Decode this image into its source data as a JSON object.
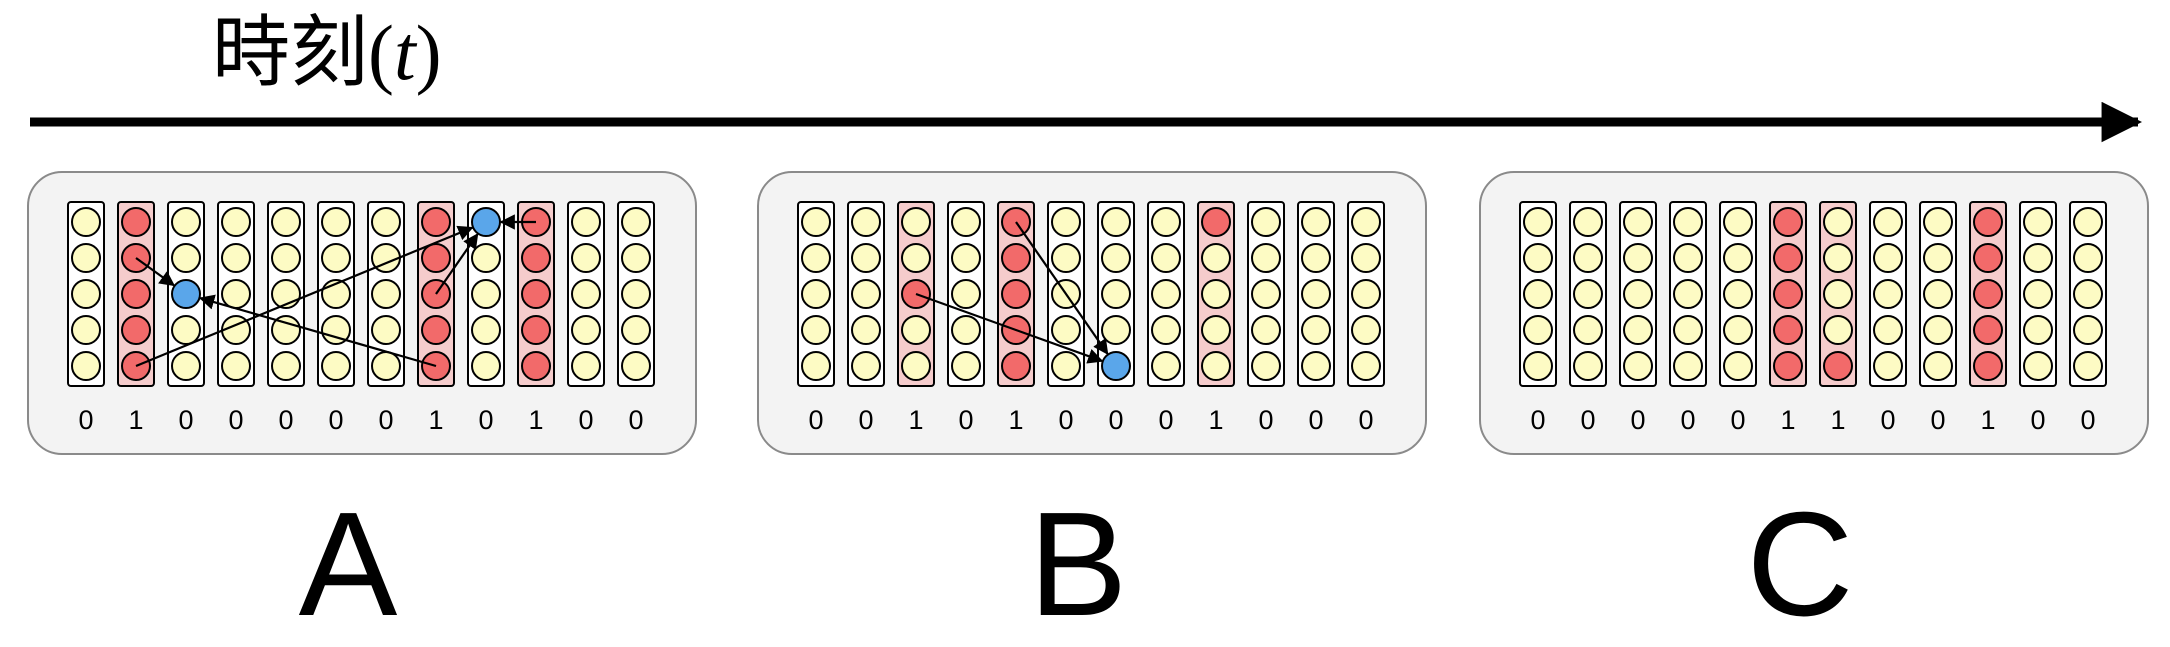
{
  "time_axis": {
    "label_prefix": "時刻",
    "label_open_paren": "(",
    "label_variable": "t",
    "label_close_paren": ")"
  },
  "colors": {
    "active_neuron": "#f26a6a",
    "inactive_neuron": "#fdfbc4",
    "query_neuron": "#5aa6ea",
    "active_column_bg": "#f5cccc",
    "panel_bg": "#f3f3f3",
    "panel_border": "#8a8a8a"
  },
  "panels": [
    {
      "label": "A",
      "bits": [
        "0",
        "1",
        "0",
        "0",
        "0",
        "0",
        "0",
        "1",
        "0",
        "1",
        "0",
        "0"
      ],
      "columns": [
        {
          "active": false,
          "cells": [
            0,
            0,
            0,
            0,
            0
          ]
        },
        {
          "active": true,
          "cells": [
            1,
            1,
            1,
            1,
            1
          ]
        },
        {
          "active": false,
          "cells": [
            0,
            0,
            2,
            0,
            0
          ]
        },
        {
          "active": false,
          "cells": [
            0,
            0,
            0,
            0,
            0
          ]
        },
        {
          "active": false,
          "cells": [
            0,
            0,
            0,
            0,
            0
          ]
        },
        {
          "active": false,
          "cells": [
            0,
            0,
            0,
            0,
            0
          ]
        },
        {
          "active": false,
          "cells": [
            0,
            0,
            0,
            0,
            0
          ]
        },
        {
          "active": true,
          "cells": [
            1,
            1,
            1,
            1,
            1
          ]
        },
        {
          "active": false,
          "cells": [
            2,
            0,
            0,
            0,
            0
          ]
        },
        {
          "active": true,
          "cells": [
            1,
            1,
            1,
            1,
            1
          ]
        },
        {
          "active": false,
          "cells": [
            0,
            0,
            0,
            0,
            0
          ]
        },
        {
          "active": false,
          "cells": [
            0,
            0,
            0,
            0,
            0
          ]
        }
      ],
      "arrows": [
        {
          "from": [
            1,
            1
          ],
          "to": [
            2,
            2
          ]
        },
        {
          "from": [
            7,
            4
          ],
          "to": [
            2,
            2
          ]
        },
        {
          "from": [
            1,
            4
          ],
          "to": [
            8,
            0
          ]
        },
        {
          "from": [
            7,
            2
          ],
          "to": [
            8,
            0
          ]
        },
        {
          "from": [
            9,
            0
          ],
          "to": [
            8,
            0
          ]
        }
      ]
    },
    {
      "label": "B",
      "bits": [
        "0",
        "0",
        "1",
        "0",
        "1",
        "0",
        "0",
        "0",
        "1",
        "0",
        "0",
        "0"
      ],
      "columns": [
        {
          "active": false,
          "cells": [
            0,
            0,
            0,
            0,
            0
          ]
        },
        {
          "active": false,
          "cells": [
            0,
            0,
            0,
            0,
            0
          ]
        },
        {
          "active": true,
          "cells": [
            0,
            0,
            1,
            0,
            0
          ]
        },
        {
          "active": false,
          "cells": [
            0,
            0,
            0,
            0,
            0
          ]
        },
        {
          "active": true,
          "cells": [
            1,
            1,
            1,
            1,
            1
          ]
        },
        {
          "active": false,
          "cells": [
            0,
            0,
            0,
            0,
            0
          ]
        },
        {
          "active": false,
          "cells": [
            0,
            0,
            0,
            0,
            2
          ]
        },
        {
          "active": false,
          "cells": [
            0,
            0,
            0,
            0,
            0
          ]
        },
        {
          "active": true,
          "cells": [
            1,
            0,
            0,
            0,
            0
          ]
        },
        {
          "active": false,
          "cells": [
            0,
            0,
            0,
            0,
            0
          ]
        },
        {
          "active": false,
          "cells": [
            0,
            0,
            0,
            0,
            0
          ]
        },
        {
          "active": false,
          "cells": [
            0,
            0,
            0,
            0,
            0
          ]
        }
      ],
      "arrows": [
        {
          "from": [
            2,
            2
          ],
          "to": [
            6,
            4
          ]
        },
        {
          "from": [
            4,
            0
          ],
          "to": [
            6,
            4
          ]
        }
      ]
    },
    {
      "label": "C",
      "bits": [
        "0",
        "0",
        "0",
        "0",
        "0",
        "1",
        "1",
        "0",
        "0",
        "1",
        "0",
        "0"
      ],
      "columns": [
        {
          "active": false,
          "cells": [
            0,
            0,
            0,
            0,
            0
          ]
        },
        {
          "active": false,
          "cells": [
            0,
            0,
            0,
            0,
            0
          ]
        },
        {
          "active": false,
          "cells": [
            0,
            0,
            0,
            0,
            0
          ]
        },
        {
          "active": false,
          "cells": [
            0,
            0,
            0,
            0,
            0
          ]
        },
        {
          "active": false,
          "cells": [
            0,
            0,
            0,
            0,
            0
          ]
        },
        {
          "active": true,
          "cells": [
            1,
            1,
            1,
            1,
            1
          ]
        },
        {
          "active": true,
          "cells": [
            0,
            0,
            0,
            0,
            1
          ]
        },
        {
          "active": false,
          "cells": [
            0,
            0,
            0,
            0,
            0
          ]
        },
        {
          "active": false,
          "cells": [
            0,
            0,
            0,
            0,
            0
          ]
        },
        {
          "active": true,
          "cells": [
            1,
            1,
            1,
            1,
            1
          ]
        },
        {
          "active": false,
          "cells": [
            0,
            0,
            0,
            0,
            0
          ]
        },
        {
          "active": false,
          "cells": [
            0,
            0,
            0,
            0,
            0
          ]
        }
      ],
      "arrows": []
    }
  ]
}
